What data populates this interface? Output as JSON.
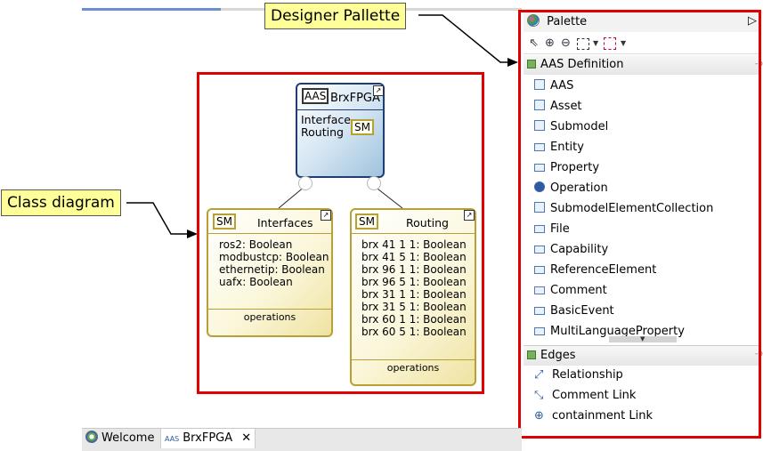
{
  "callouts": {
    "designer_pallette": "Designer Pallette",
    "class_diagram": "Class diagram"
  },
  "diagram": {
    "aas_node": {
      "badge": "AAS",
      "title": "BrxFPGA",
      "rows": [
        "Interface",
        "Routing"
      ],
      "sm_badge": "SM"
    },
    "interfaces_node": {
      "badge": "SM",
      "title": "Interfaces",
      "attributes": [
        "ros2: Boolean",
        "modbustcp: Boolean",
        "ethernetip: Boolean",
        "uafx: Boolean"
      ],
      "operations": "operations"
    },
    "routing_node": {
      "badge": "SM",
      "title": "Routing",
      "attributes": [
        "brx 41 1 1: Boolean",
        "brx 41 5 1: Boolean",
        "brx 96 1 1: Boolean",
        "brx 96 5 1: Boolean",
        "brx 31 1 1: Boolean",
        "brx 31 5 1: Boolean",
        "brx 60 1 1: Boolean",
        "brx 60 5 1: Boolean"
      ],
      "operations": "operations"
    }
  },
  "palette": {
    "title": "Palette",
    "expand_glyph": "▷",
    "drawers": [
      {
        "label": "AAS Definition",
        "items": [
          {
            "label": "AAS",
            "icon": "doc-icon"
          },
          {
            "label": "Asset",
            "icon": "doc-icon"
          },
          {
            "label": "Submodel",
            "icon": "doc-icon"
          },
          {
            "label": "Entity",
            "icon": "entity-icon"
          },
          {
            "label": "Property",
            "icon": "entity-icon"
          },
          {
            "label": "Operation",
            "icon": "gear-icon"
          },
          {
            "label": "SubmodelElementCollection",
            "icon": "doc-icon"
          },
          {
            "label": "File",
            "icon": "entity-icon"
          },
          {
            "label": "Capability",
            "icon": "entity-icon"
          },
          {
            "label": "ReferenceElement",
            "icon": "entity-icon"
          },
          {
            "label": "Comment",
            "icon": "comment-icon"
          },
          {
            "label": "BasicEvent",
            "icon": "entity-icon"
          },
          {
            "label": "MultiLanguageProperty",
            "icon": "entity-icon"
          }
        ]
      },
      {
        "label": "Edges",
        "items": [
          {
            "label": "Relationship",
            "icon": "dashed-arrow-icon"
          },
          {
            "label": "Comment Link",
            "icon": "comment-link-icon"
          },
          {
            "label": "containment Link",
            "icon": "globe-icon"
          }
        ]
      }
    ]
  },
  "tabs": [
    {
      "label": "Welcome",
      "icon": "eclipse-icon"
    },
    {
      "label": "BrxFPGA",
      "icon": "aas-icon",
      "close": "✕"
    }
  ],
  "colors": {
    "red_frame": "#e00000",
    "callout_bg": "#ffff99",
    "aas_border": "#1f3d73",
    "sm_border": "#b8a036"
  }
}
